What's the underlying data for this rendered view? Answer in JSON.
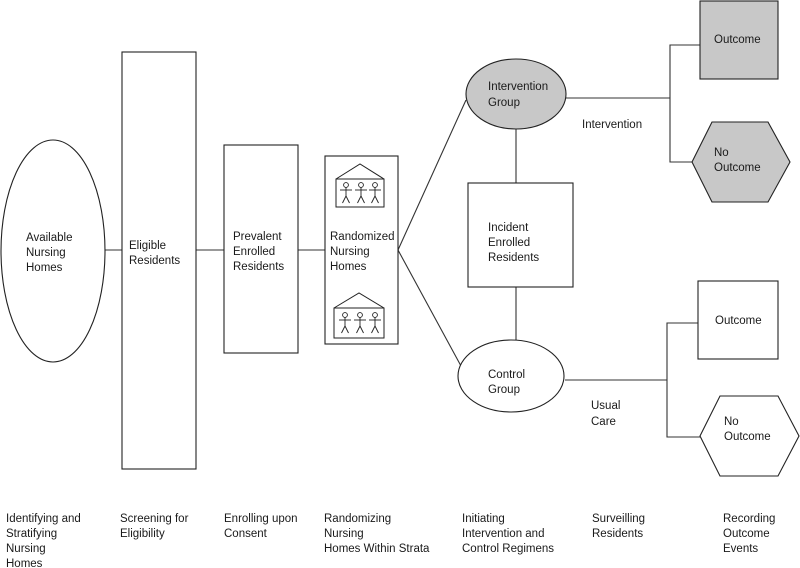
{
  "nodes": {
    "available_nursing_homes": [
      "Available",
      "Nursing",
      "Homes"
    ],
    "eligible_residents": [
      "Eligible",
      "Residents"
    ],
    "prevalent_enrolled_residents": [
      "Prevalent",
      "Enrolled",
      "Residents"
    ],
    "randomized_nursing_homes": [
      "Randomized",
      "Nursing",
      "Homes"
    ],
    "intervention_group": [
      "Intervention",
      "Group"
    ],
    "incident_enrolled_residents": [
      "Incident",
      "Enrolled",
      "Residents"
    ],
    "control_group": [
      "Control",
      "Group"
    ],
    "outcome_intervention": [
      "Outcome"
    ],
    "no_outcome_intervention": [
      "No",
      "Outcome"
    ],
    "outcome_control": [
      "Outcome"
    ],
    "no_outcome_control": [
      "No",
      "Outcome"
    ]
  },
  "edge_labels": {
    "intervention": [
      "Intervention"
    ],
    "usual_care": [
      "Usual",
      "Care"
    ]
  },
  "stages": [
    [
      "Identifying and",
      "Stratifying",
      "Nursing",
      "Homes"
    ],
    [
      "Screening for",
      "Eligibility"
    ],
    [
      "Enrolling upon",
      "Consent"
    ],
    [
      "Randomizing",
      "Nursing",
      "Homes Within Strata"
    ],
    [
      "Initiating",
      "Intervention and",
      "Control Regimens"
    ],
    [
      "Surveilling",
      "Residents"
    ],
    [
      "Recording",
      "Outcome",
      "Events"
    ]
  ],
  "colors": {
    "shaded_fill": "#c8c8c8",
    "stroke": "#222222"
  }
}
